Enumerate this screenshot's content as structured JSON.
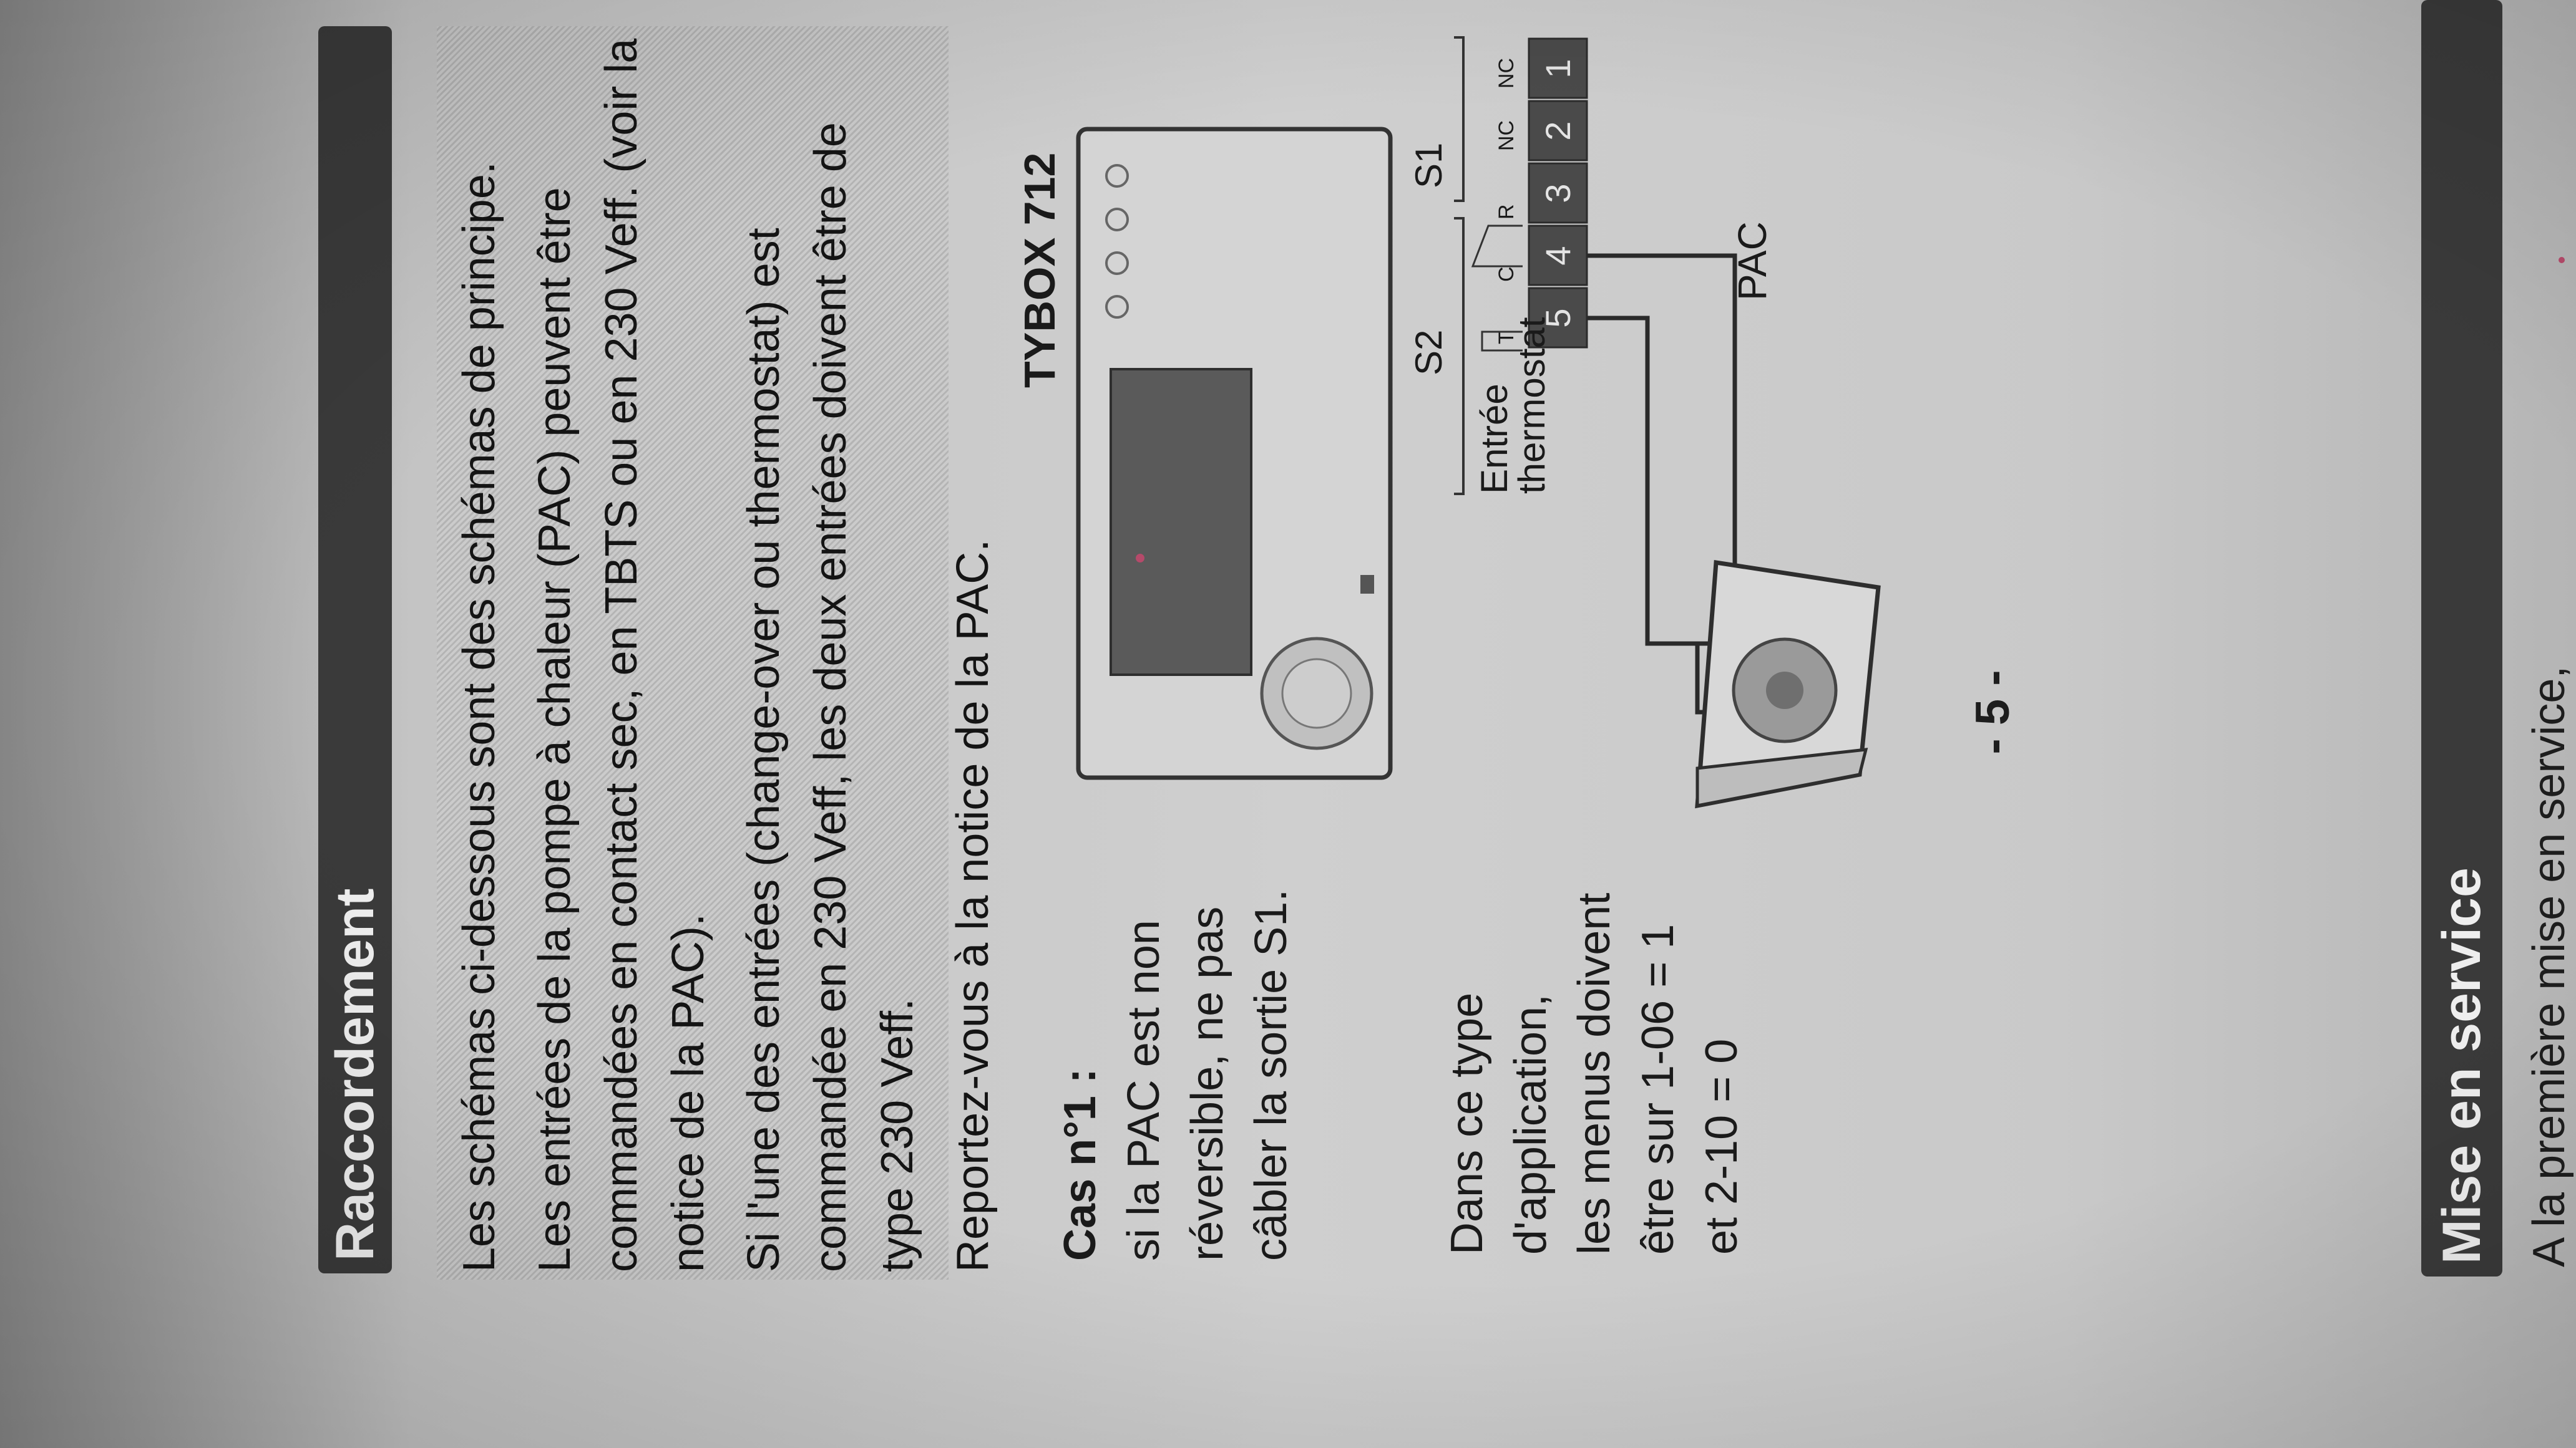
{
  "section1": {
    "title": "Raccordement"
  },
  "info_box": {
    "paragraphs": [
      "Les schémas ci-dessous sont des schémas de principe.",
      "Les entrées de la pompe à chaleur (PAC) peuvent être commandées en contact sec, en TBTS ou en 230 Veff. (voir la notice de la PAC).",
      "Si l'une des entrées (change-over ou thermostat) est commandée en 230 Veff, les deux entrées doivent être de type 230 Veff.",
      "Reportez-vous à la notice de la PAC."
    ]
  },
  "case": {
    "heading": "Cas n°1 :",
    "lines": [
      "si la PAC est non",
      "réversible, ne pas",
      "câbler la sortie S1."
    ]
  },
  "menus_note": {
    "lines": [
      "Dans ce type",
      "d'application,",
      "les menus doivent",
      "être sur 1-06 = 1",
      "et 2-10 = 0"
    ]
  },
  "diagram": {
    "device_title": "TYBOX 712",
    "output_s1": "S1",
    "output_s2": "S2",
    "contact_labels": [
      "NC",
      "NC",
      "R",
      "C",
      "T"
    ],
    "terminals": [
      "1",
      "2",
      "3",
      "4",
      "5"
    ],
    "input_label_line1": "Entrée",
    "input_label_line2": "thermostat",
    "heat_pump_label": "PAC"
  },
  "page_number": "- 5 -",
  "section2": {
    "title": "Mise en service",
    "text": "A la première mise en service,"
  },
  "colors": {
    "bar": "#3a3a3a",
    "terminal": "#4a4a4a",
    "paper": "#cfcfcf"
  }
}
